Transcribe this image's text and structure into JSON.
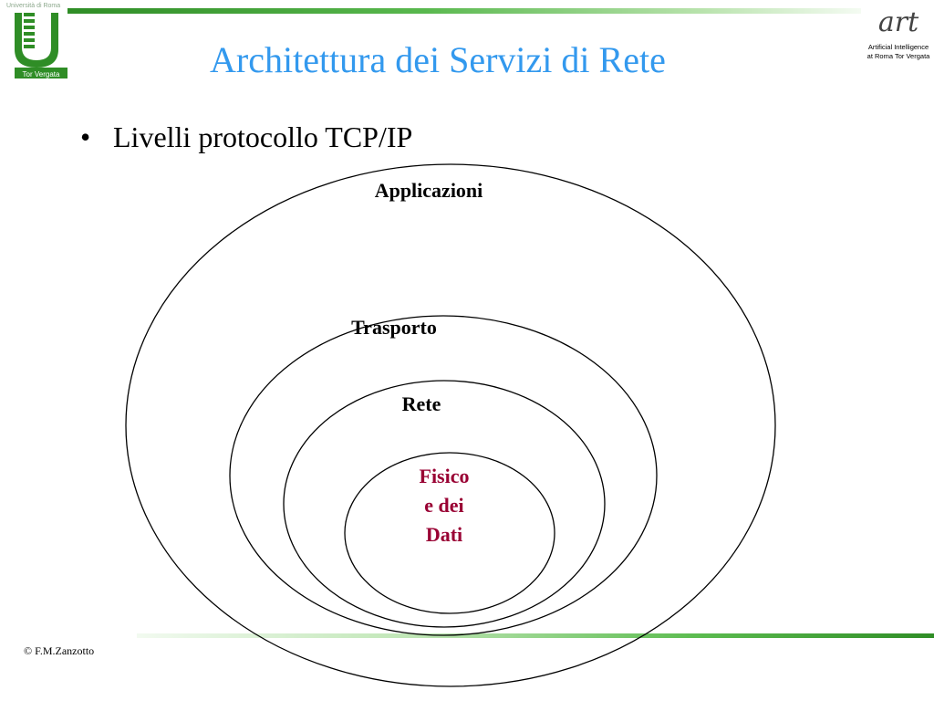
{
  "slide": {
    "title": "Architettura dei Servizi di Rete",
    "bullets": [
      "Livelli protocollo TCP/IP"
    ],
    "bullet_marker": "•"
  },
  "diagram": {
    "layers": [
      {
        "label": "Applicazioni"
      },
      {
        "label": "Trasporto"
      },
      {
        "label": "Rete"
      },
      {
        "label_lines": [
          "Fisico",
          "e dei",
          "Dati"
        ]
      }
    ],
    "innermost_color": "#990033"
  },
  "logos": {
    "left": {
      "top_text": "Università di Roma",
      "bottom_text": "Tor Vergata"
    },
    "right": {
      "mark": "art",
      "line1": "Artificial Intelligence",
      "line2": "at Roma Tor Vergata"
    }
  },
  "colors": {
    "title": "#3399ee",
    "rule_green": "#2f8d26"
  },
  "footer": {
    "copyright": "© F.M.Zanzotto"
  }
}
